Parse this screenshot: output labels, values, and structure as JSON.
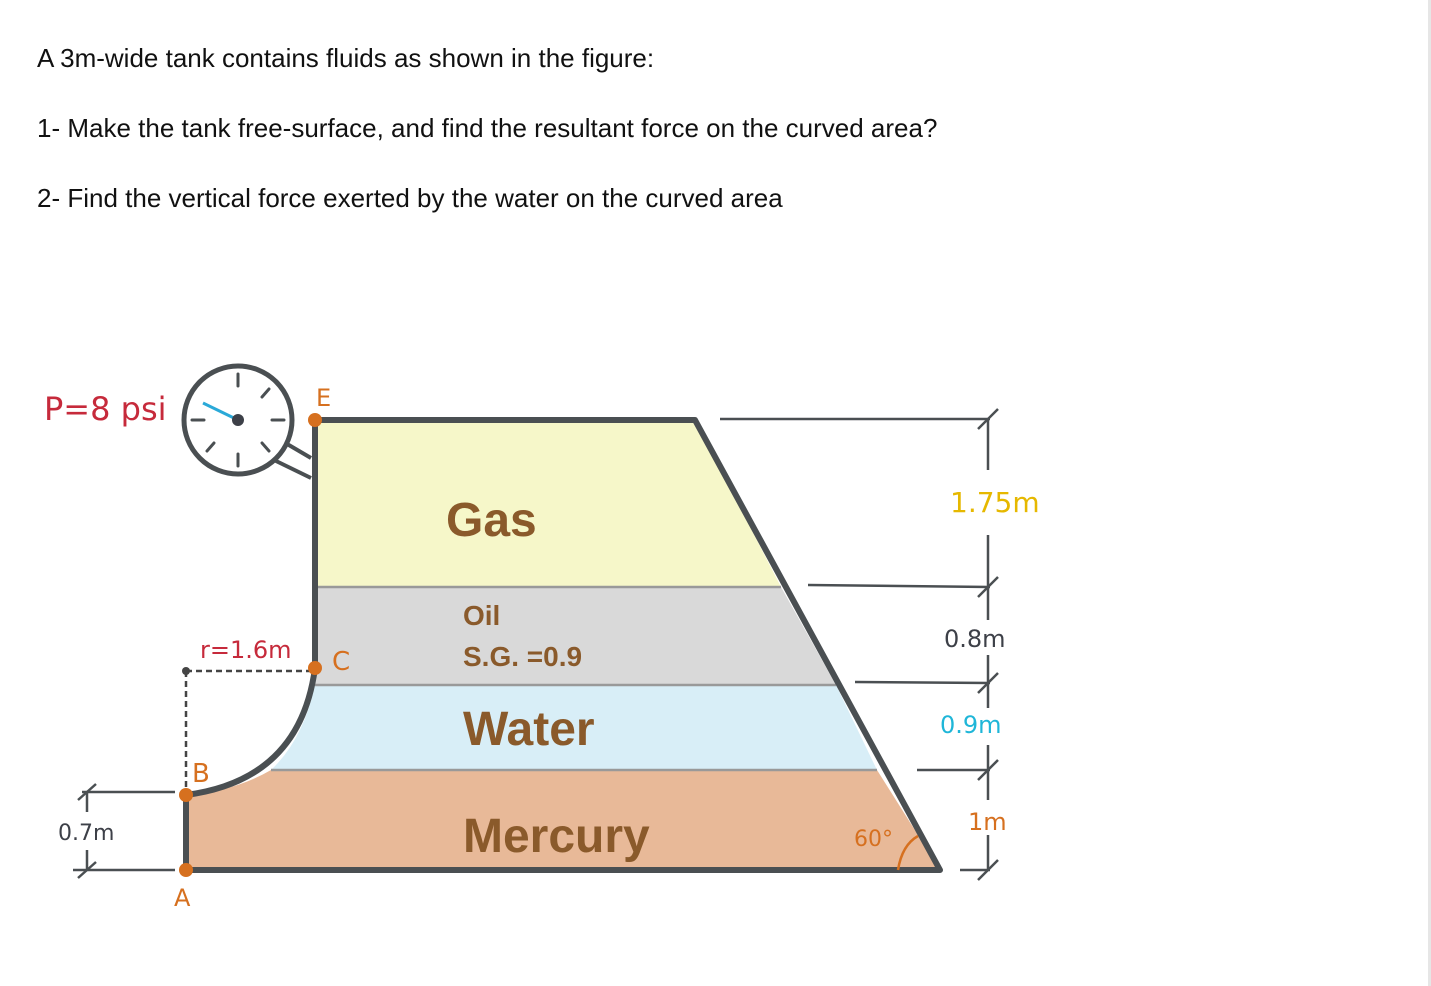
{
  "problem": {
    "intro": "A 3m-wide tank contains fluids as shown in the figure:",
    "q1": "1- Make the tank free-surface, and find the resultant force on the curved area?",
    "q2": "2- Find the vertical force exerted by the water on the curved area"
  },
  "figure": {
    "pressure_label": "P=8 psi",
    "radius_label": "r=1.6m",
    "points": {
      "A": "A",
      "B": "B",
      "C": "C",
      "E": "E"
    },
    "layers": {
      "gas": "Gas",
      "oil": "Oil",
      "oil_sg": "S.G. =0.9",
      "water": "Water",
      "mercury": "Mercury"
    },
    "dimensions": {
      "d_gas": "1.75m",
      "d_oil": "0.8m",
      "d_water": "0.9m",
      "d_mercury": "1m",
      "d_ab": "0.7m"
    },
    "angle": "60°",
    "colors": {
      "gas": "#f6f7c9",
      "oil": "#d9d9d9",
      "water": "#d8eef7",
      "mercury": "#e8b998",
      "wall": "#4a4f52",
      "point": "#d6701f",
      "pressure_text": "#c62a3b",
      "label_orange": "#d6701f",
      "label_yellow": "#e6b800",
      "label_cyan": "#1fb6d8",
      "label_dark": "#3d4048",
      "gauge_needle": "#2aa9d8"
    }
  }
}
